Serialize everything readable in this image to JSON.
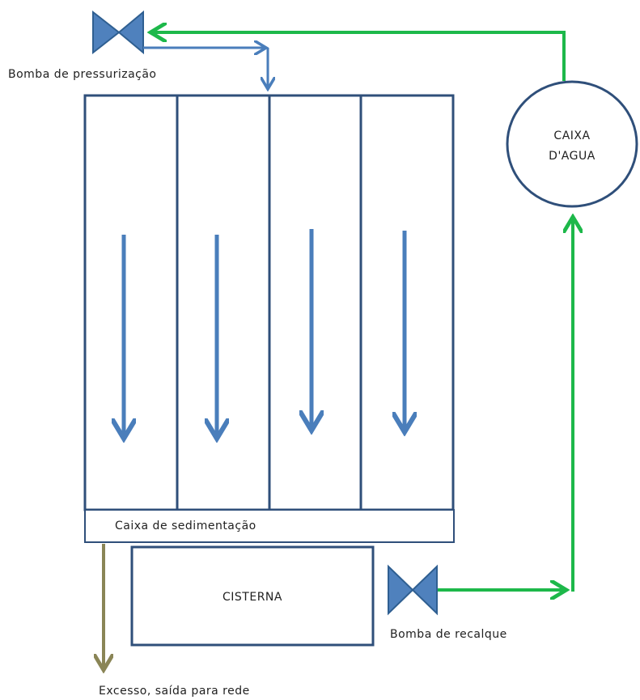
{
  "labels": {
    "pressurization_pump": "Bomba de pressurização",
    "water_tank_line1": "CAIXA",
    "water_tank_line2": "D'AGUA",
    "sedimentation_box": "Caixa de sedimentação",
    "cistern": "CISTERNA",
    "booster_pump": "Bomba de recalque",
    "overflow": "Excesso, saída para rede"
  },
  "colors": {
    "outline": "#2f4f7a",
    "blue_flow": "#4a7ebb",
    "green_flow": "#1db84a",
    "overflow_flow": "#8a8556",
    "pump_fill": "#4f81bd",
    "pump_stroke": "#2f5f91"
  }
}
